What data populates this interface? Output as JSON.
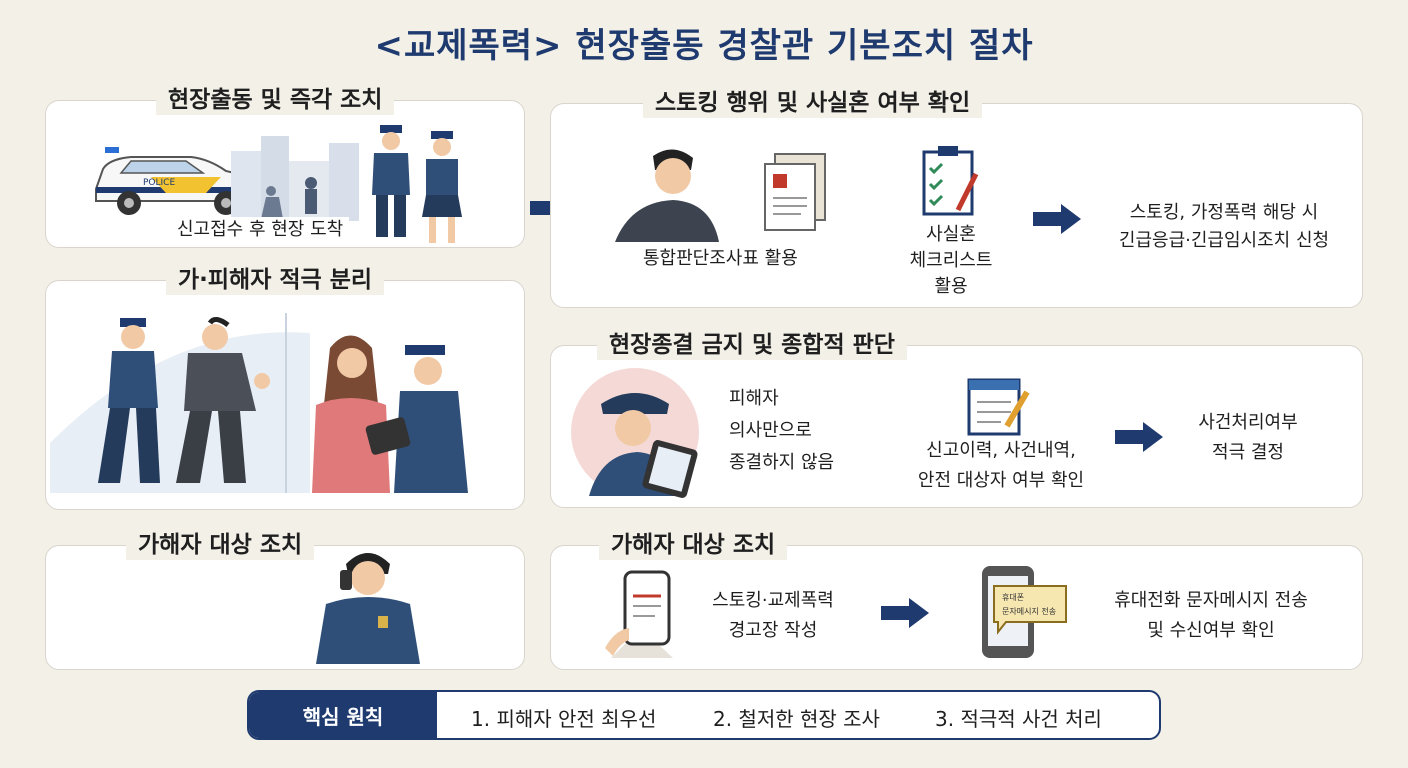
{
  "title": "<교제폭력> 현장출동 경찰관 기본조치 절차",
  "left_cards": {
    "arrival": {
      "title": "현장출동 및 즉각 조치",
      "caption": "신고접수 후 현장 도착",
      "car_text": "POLICE"
    },
    "separation": {
      "title": "가·피해자 적극 분리"
    },
    "offender": {
      "title": "가해자 대상 조치"
    }
  },
  "stalking_card": {
    "title": "스토킹 행위 및 사실혼 여부 확인",
    "item1": "통합판단조사표 활용",
    "item2_line1": "사실혼",
    "item2_line2": "체크리스트",
    "item2_line3": "활용",
    "result_line1": "스토킹, 가정폭력 해당 시",
    "result_line2": "긴급응급·긴급임시조치 신청"
  },
  "judgment_card": {
    "title": "현장종결 금지 및 종합적 판단",
    "item1_line1": "피해자",
    "item1_line2": "의사만으로",
    "item1_line3": "종결하지 않음",
    "item2_line1": "신고이력, 사건내역,",
    "item2_line2": "안전 대상자 여부 확인",
    "result_line1": "사건처리여부",
    "result_line2": "적극 결정"
  },
  "offender_card": {
    "title": "가해자 대상 조치",
    "item1_line1": "스토킹·교제폭력",
    "item1_line2": "경고장 작성",
    "phone_text_line1": "휴대폰",
    "phone_text_line2": "문자메시지 전송",
    "result_line1": "휴대전화 문자메시지 전송",
    "result_line2": "및 수신여부 확인"
  },
  "principles": {
    "label": "핵심 원칙",
    "p1": "1. 피해자 안전 최우선",
    "p2": "2. 철저한 현장 조사",
    "p3": "3. 적극적 사건 처리"
  },
  "colors": {
    "navy": "#1e3a6e",
    "background": "#f3f0e8",
    "card": "#ffffff"
  }
}
